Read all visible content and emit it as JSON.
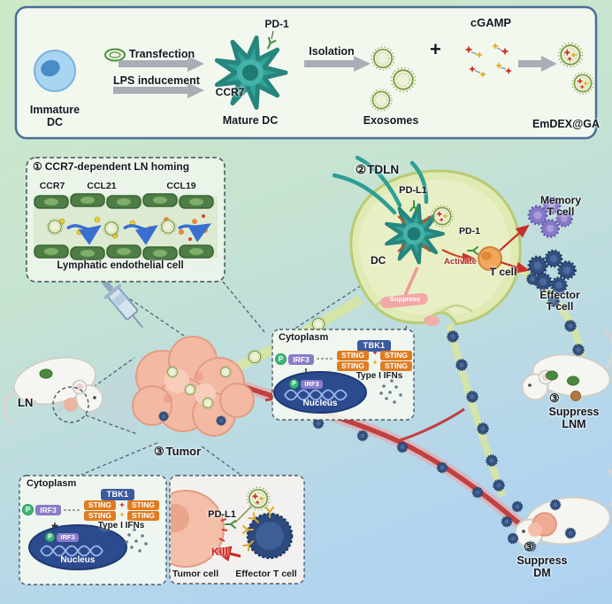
{
  "figure": {
    "top_panel": {
      "immature_dc": "Immature\nDC",
      "transfection": "Transfection",
      "lps": "LPS inducement",
      "pd1": "PD-1",
      "ccr7": "CCR7",
      "mature_dc": "Mature DC",
      "isolation": "Isolation",
      "exosomes": "Exosomes",
      "plus": "+",
      "cgamp": "cGAMP",
      "emdex": "EmDEX@GA"
    },
    "homing_panel": {
      "number": "①",
      "title": "CCR7-dependent LN homing",
      "ccr7": "CCR7",
      "ccl21": "CCL21",
      "ccl19": "CCL19",
      "caption": "Lymphatic endothelial cell"
    },
    "tdln": {
      "number": "②",
      "title": "TDLN",
      "pdl1": "PD-L1",
      "dc": "DC",
      "pd1": "PD-1",
      "activate": "Activate",
      "tcell": "T cell",
      "memory_tcell": "Memory\nT cell",
      "effector_tcell": "Effector\nT cell",
      "suppress": "Suppress"
    },
    "sting_pathway": {
      "cytoplasm": "Cytoplasm",
      "tbk1": "TBK1",
      "sting": "STING",
      "irf3": "IRF3",
      "p": "P",
      "ifns": "Type I IFNs",
      "nucleus": "Nucleus"
    },
    "tumor_section": {
      "number": "③",
      "title": "Tumor"
    },
    "kill_panel": {
      "pdl1": "PD-L1",
      "kill": "Kill",
      "tumor_cell": "Tumor cell",
      "effector_tcell": "Effector T cell"
    },
    "mice": {
      "ln": "LN",
      "lnm_number": "③",
      "lnm": "Suppress\nLNM",
      "dm_number": "③",
      "dm": "Suppress\nDM"
    },
    "colors": {
      "bg_top": "#cde9c8",
      "bg_bottom": "#aed2f2",
      "panel_border": "#4a6e96",
      "dc_teal": "#31a39a",
      "exosome_green": "#79993f",
      "lymph_node": "#e0eab4",
      "memory_purple": "#8679c6",
      "effector_navy": "#2e4a7d",
      "tcell_orange": "#f2a85c",
      "tbk1_blue": "#3c5a9e",
      "sting_orange": "#e07b1e",
      "irf3_purple": "#8a7cc8",
      "phospho_green": "#3cb878",
      "nucleus_navy": "#2c4a8e",
      "tumor_pink": "#f3b9a3",
      "vessel_red": "#c14040",
      "kill_red": "#d42020"
    }
  }
}
